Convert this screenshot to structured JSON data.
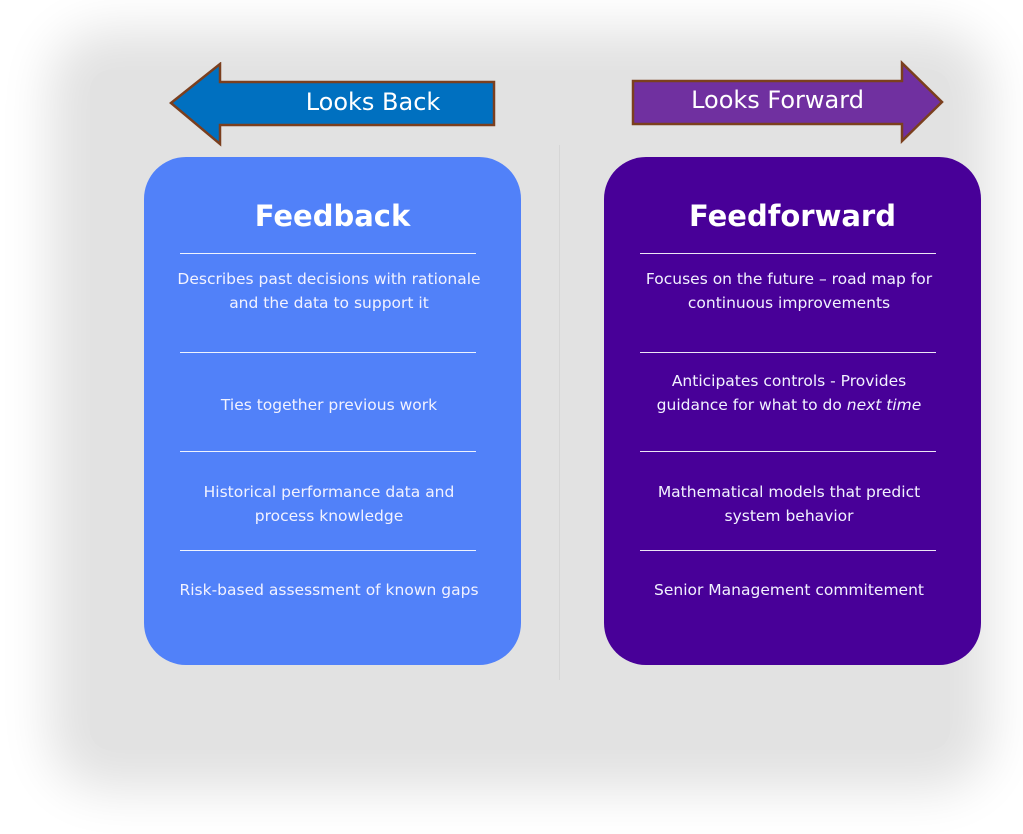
{
  "colors": {
    "feedback_card": "#5181f9",
    "feedforward_card": "#480098",
    "back_arrow": "#0070c0",
    "forward_arrow": "#7030a0",
    "arrow_outline": "#7b3f1e",
    "background": "#e2e2e2"
  },
  "arrows": {
    "back": {
      "label": "Looks Back",
      "direction": "left"
    },
    "forward": {
      "label": "Looks Forward",
      "direction": "right"
    }
  },
  "feedback": {
    "title": "Feedback",
    "items": [
      "Describes past decisions with rationale and the data to support it",
      "Ties together previous work",
      "Historical performance data and process knowledge",
      "Risk-based assessment of known gaps"
    ]
  },
  "feedforward": {
    "title": "Feedforward",
    "items": [
      "Focuses on the future – road map for continuous improvements",
      "Anticipates controls - Provides guidance for what to do",
      "Mathematical models that predict system behavior",
      "Senior Management commitement"
    ],
    "item2_emphasis": "next time"
  }
}
